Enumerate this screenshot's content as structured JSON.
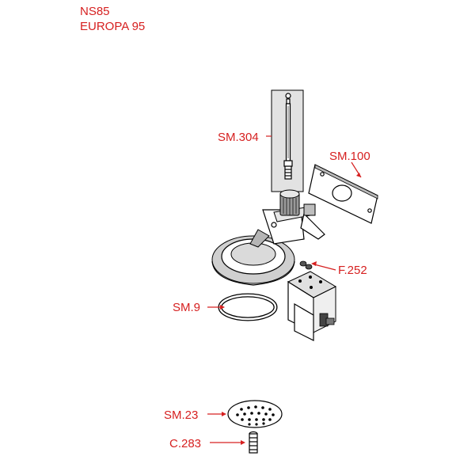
{
  "title": {
    "line1": "NS85",
    "line2": "EUROPA 95"
  },
  "parts": [
    {
      "code": "SM.304"
    },
    {
      "code": "SM.100"
    },
    {
      "code": "F.252"
    },
    {
      "code": "SM.9"
    },
    {
      "code": "SM.23"
    },
    {
      "code": "C.283"
    }
  ],
  "colors": {
    "label": "#d62020",
    "lineart": "#000000",
    "shade": "#cfcfcf"
  }
}
